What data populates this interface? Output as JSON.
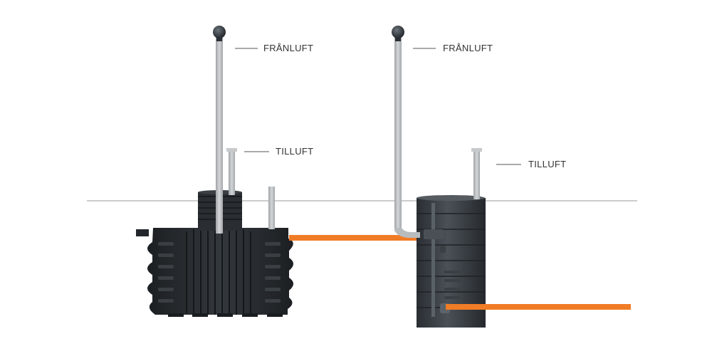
{
  "labels": {
    "left_exhaust": "FRÅNLUFT",
    "right_exhaust": "FRÅNLUFT",
    "left_intake": "TILLUFT",
    "right_intake": "TILLUFT"
  },
  "colors": {
    "tank_body": "#262a2e",
    "tank_rib": "#3a3f44",
    "pipe_grey": "#b9bcbe",
    "pipe_orange": "#f07c26",
    "ground_line": "#9a9a9a",
    "vent_cap": "#2b3036"
  }
}
